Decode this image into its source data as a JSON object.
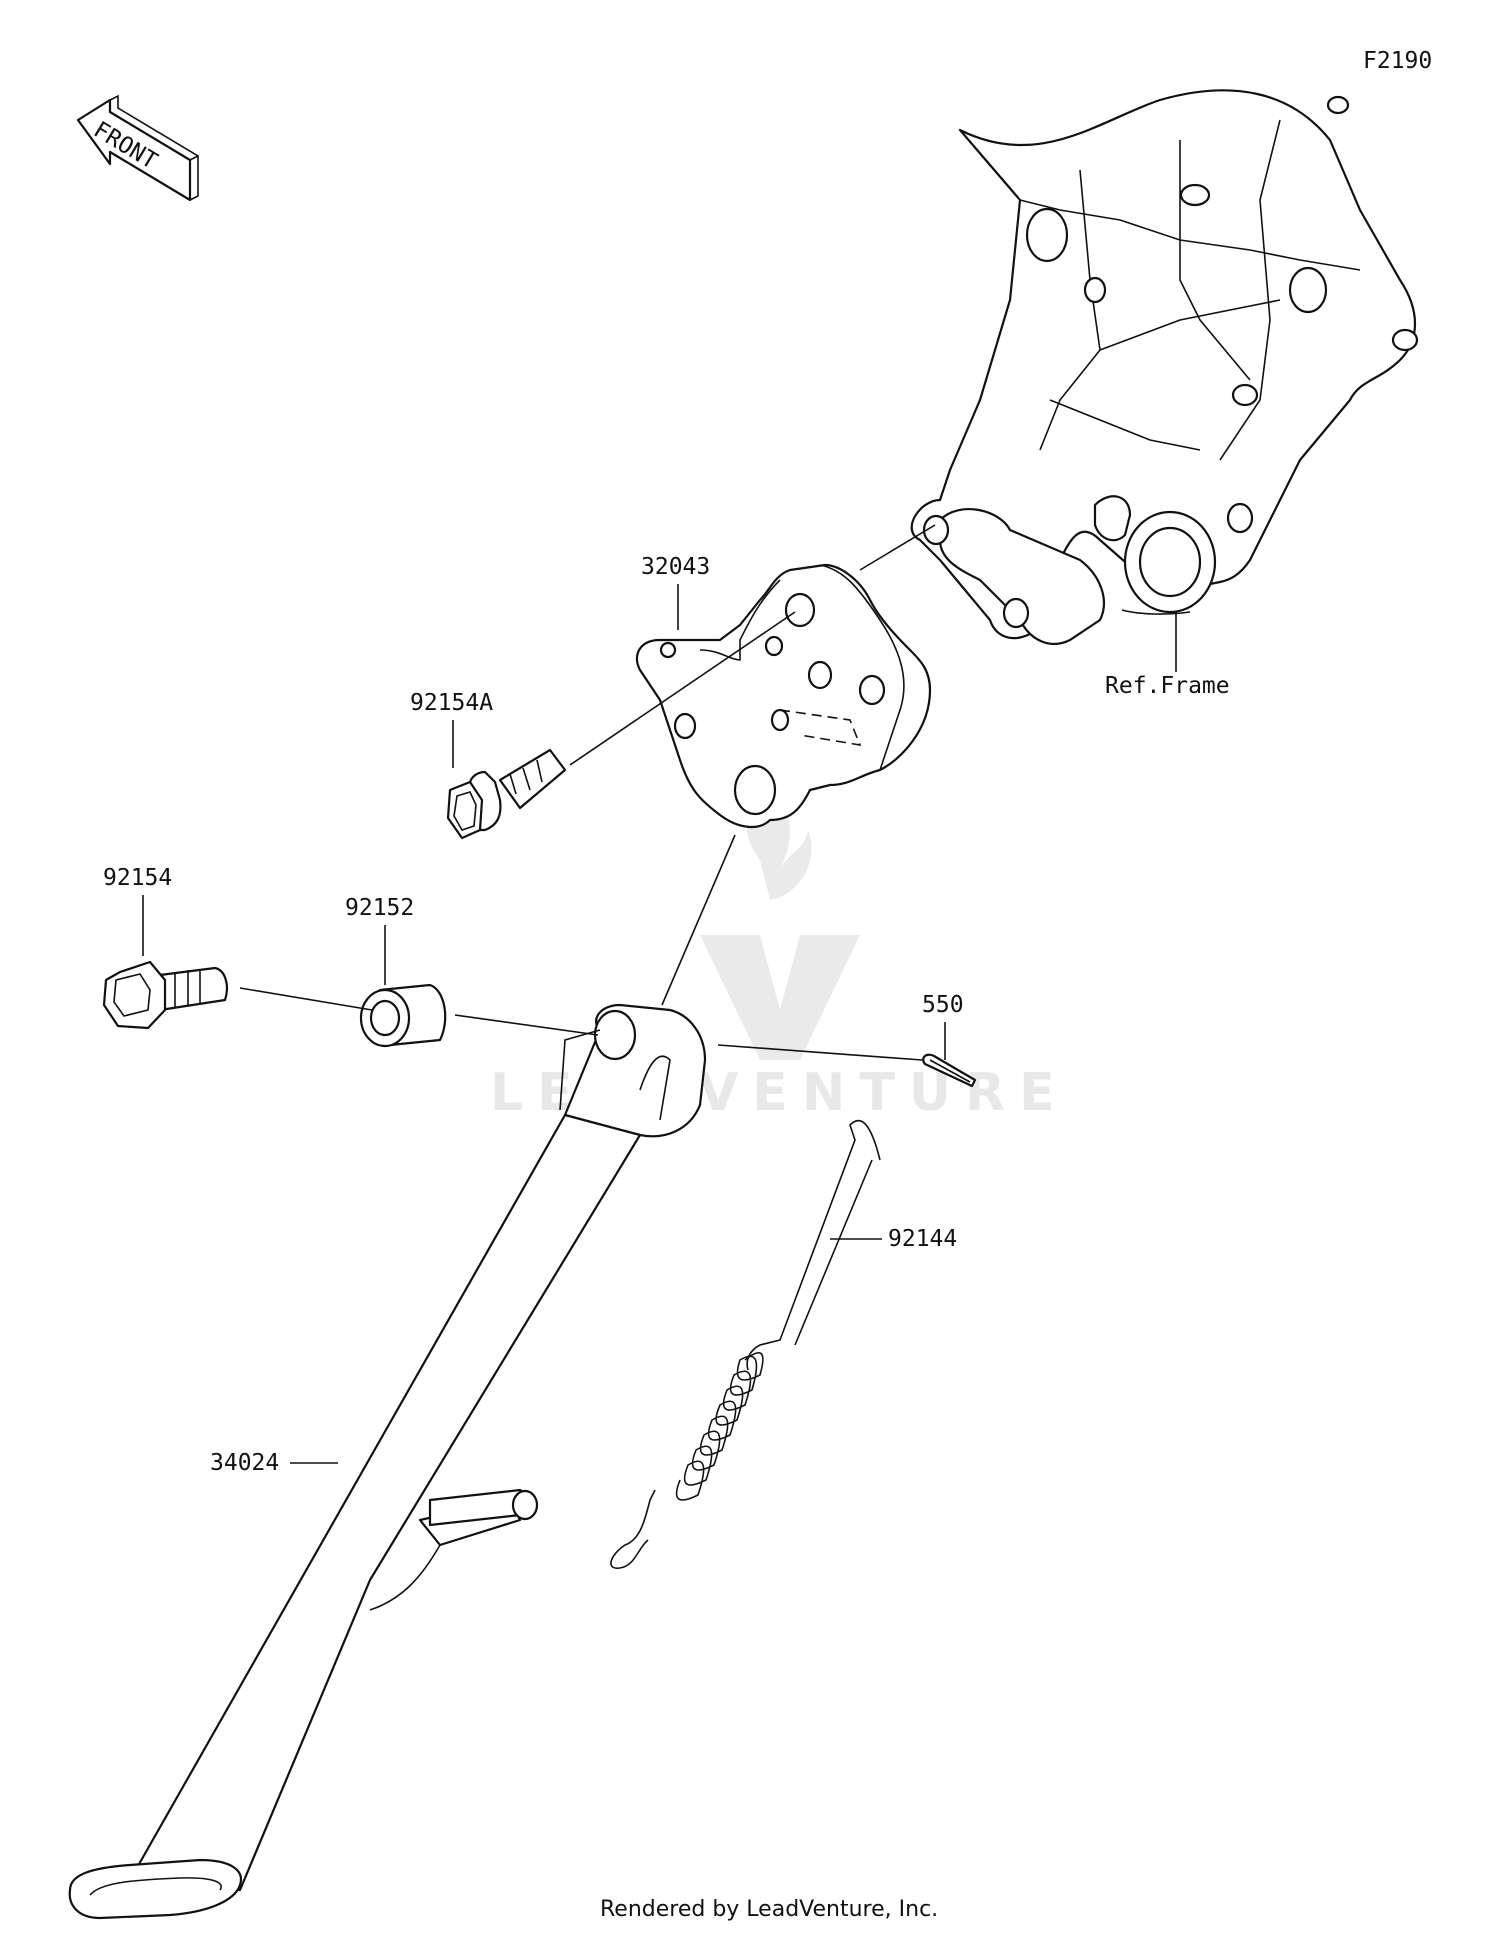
{
  "diagram": {
    "code": "F2190",
    "direction_marker": "FRONT",
    "reference_label": "Ref.Frame",
    "watermark": "LEADVENTURE",
    "footer": "Rendered by LeadVenture, Inc.",
    "callouts": [
      {
        "id": "p32043",
        "label": "32043"
      },
      {
        "id": "p92154A",
        "label": "92154A"
      },
      {
        "id": "p92154",
        "label": "92154"
      },
      {
        "id": "p92152",
        "label": "92152"
      },
      {
        "id": "p550",
        "label": "550"
      },
      {
        "id": "p92144",
        "label": "92144"
      },
      {
        "id": "p34024",
        "label": "34024"
      }
    ]
  }
}
